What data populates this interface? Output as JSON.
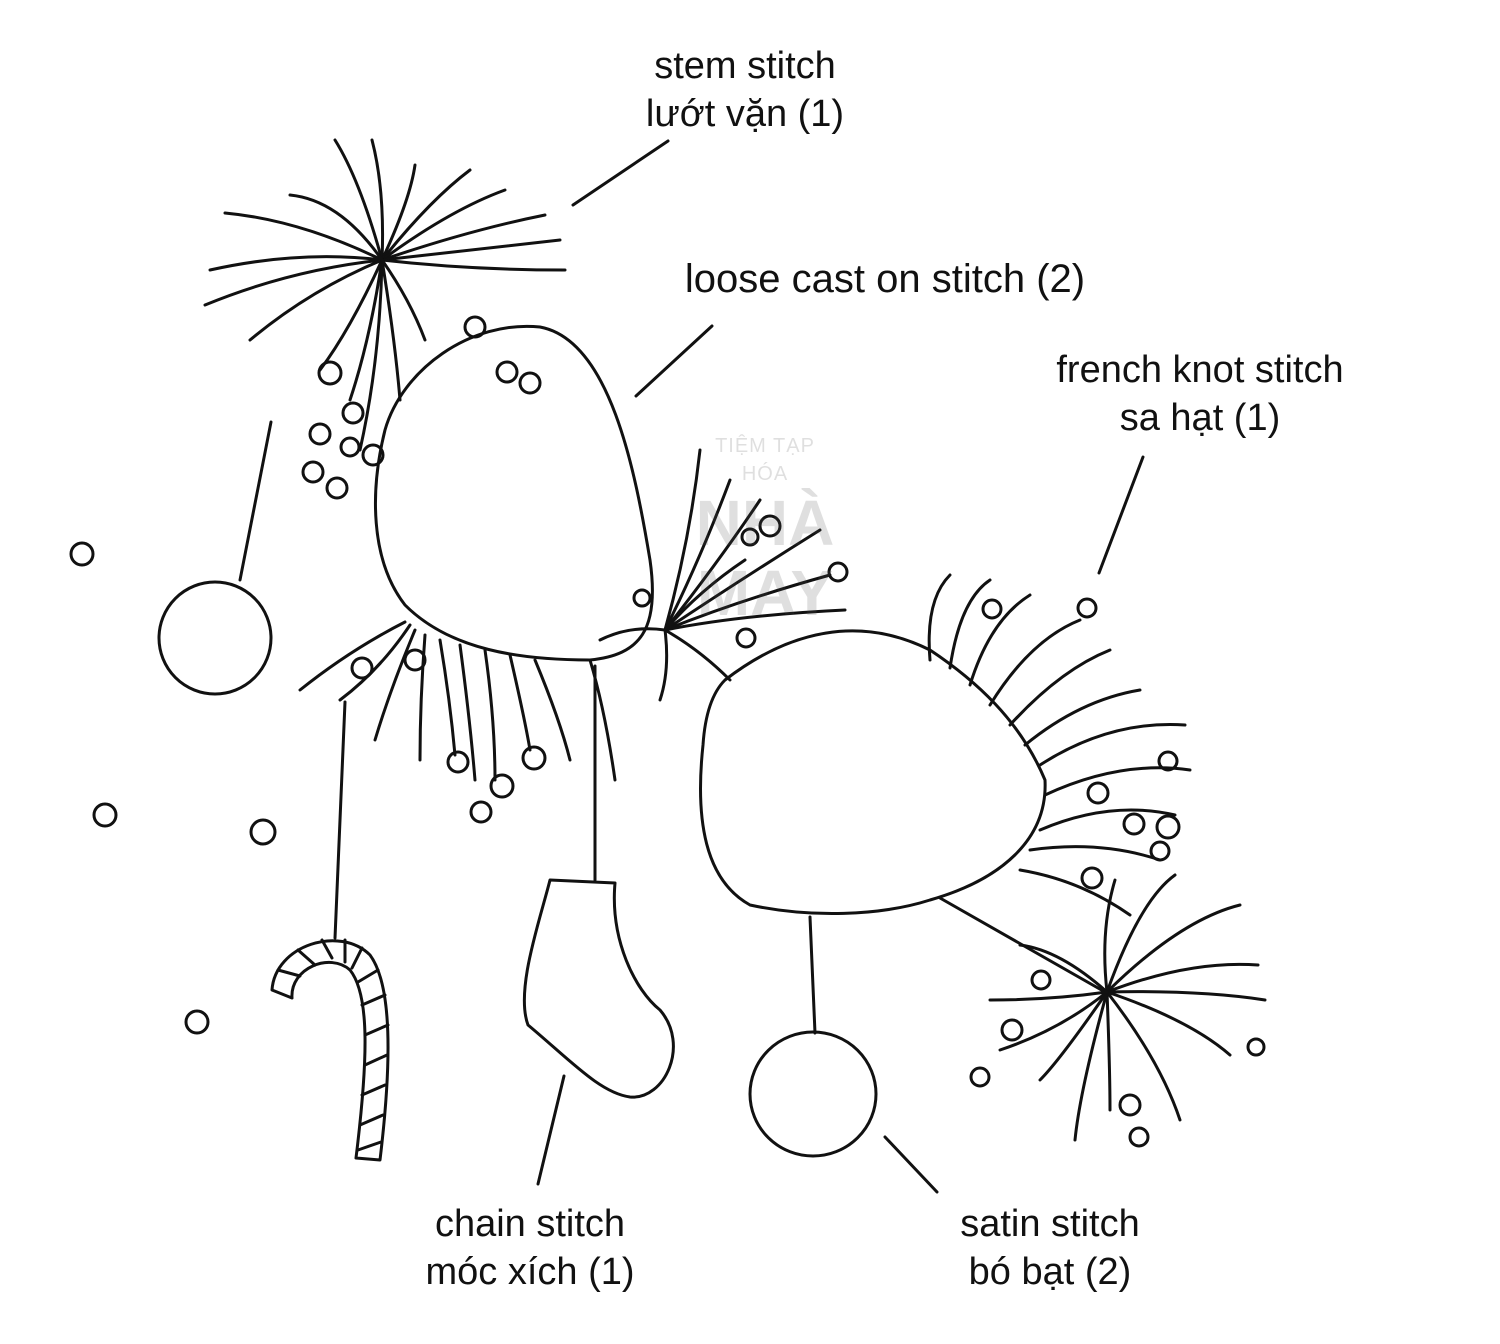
{
  "labels": {
    "stem": {
      "line1": "stem stitch",
      "line2": "lướt vặn (1)"
    },
    "loose": {
      "line1": "loose cast on stitch (2)"
    },
    "french": {
      "line1": "french knot stitch",
      "line2": "sa hạt (1)"
    },
    "chain": {
      "line1": "chain stitch",
      "line2": "móc xích (1)"
    },
    "satin": {
      "line1": "satin stitch",
      "line2": "bó bạt (2)"
    }
  },
  "watermark": {
    "top": "TIỆM TẠP HÓA",
    "line2": "NHÀ",
    "line3": "MAY"
  },
  "colors": {
    "ink": "#111111",
    "background": "#ffffff"
  }
}
